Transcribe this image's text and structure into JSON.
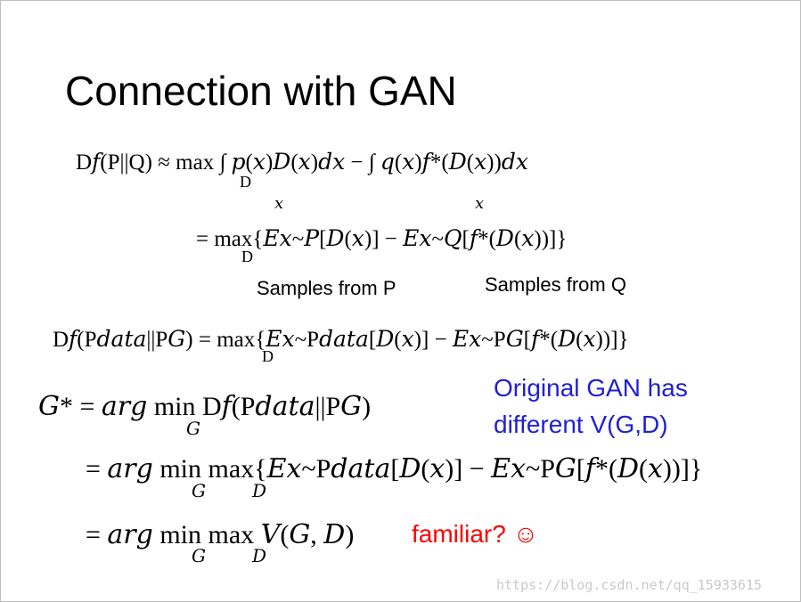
{
  "slide": {
    "title": "Connection with GAN",
    "equations": {
      "eq1": "D𝑓(P||Q)  ≈ max ∫ 𝑝(𝑥)𝐷(𝑥)𝑑𝑥 − ∫ 𝑞(𝑥)𝑓*(𝐷(𝑥))𝑑𝑥",
      "eq1_sub_max": "D",
      "eq1_sub_int1": "𝑥",
      "eq1_sub_int2": "𝑥",
      "eq2": "= max{𝐸𝑥~𝑃[𝐷(𝑥)] − 𝐸𝑥~𝑄[𝑓*(𝐷(𝑥))]}",
      "eq2_sub_max": "D",
      "eq3": "D𝑓(P𝑑𝑎𝑡𝑎||P𝐺) = max{𝐸𝑥~P𝑑𝑎𝑡𝑎[𝐷(𝑥)] − 𝐸𝑥~P𝐺[𝑓*(𝐷(𝑥))]}",
      "eq3_sub_max": "D",
      "eq4": "𝐺* = 𝑎𝑟𝑔 min D𝑓(P𝑑𝑎𝑡𝑎||P𝐺)",
      "eq4_sub_min": "𝐺",
      "eq5": "= 𝑎𝑟𝑔 min max{𝐸𝑥~P𝑑𝑎𝑡𝑎[𝐷(𝑥)] − 𝐸𝑥~P𝐺[𝑓*(𝐷(𝑥))]}",
      "eq5_sub_min": "𝐺",
      "eq5_sub_max": "𝐷",
      "eq6": "= 𝑎𝑟𝑔 min max 𝑉(𝐺, 𝐷)",
      "eq6_sub_min": "𝐺",
      "eq6_sub_max": "𝐷"
    },
    "labels": {
      "samples_p": "Samples from P",
      "samples_q": "Samples from Q",
      "note_line1": "Original GAN has",
      "note_line2": "different V(G,D)",
      "familiar": "familiar? ☺"
    },
    "watermark": "https://blog.csdn.net/qq_15933615",
    "colors": {
      "note": "#1f1fd6",
      "familiar": "#ff0000",
      "watermark": "#c9c9c9"
    }
  }
}
